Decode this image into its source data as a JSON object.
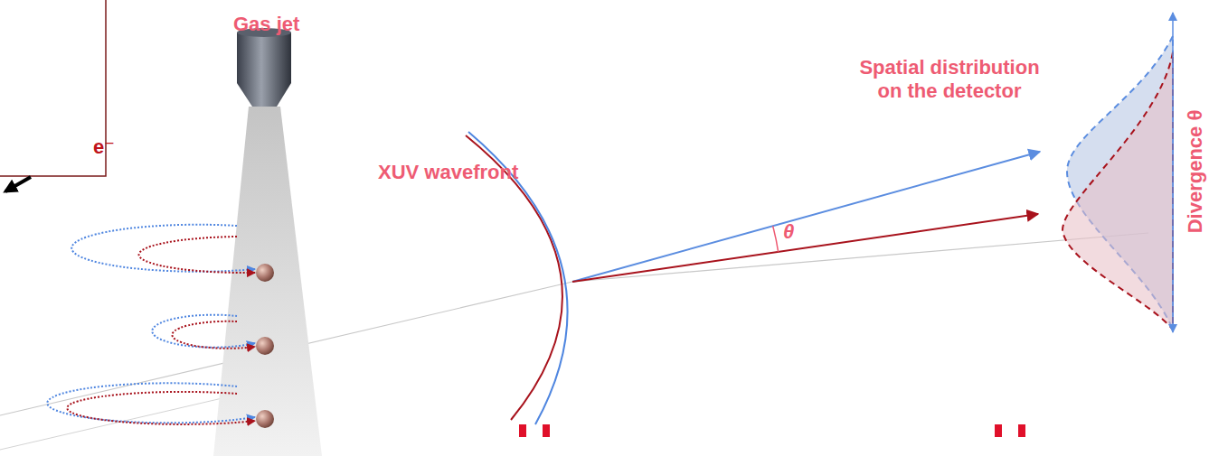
{
  "diagram": {
    "labels": [
      "Gas jet",
      "XUV wavefront",
      "Spatial distribution on the detector",
      "θ",
      "Divergence θ",
      "e⁻"
    ]
  }
}
